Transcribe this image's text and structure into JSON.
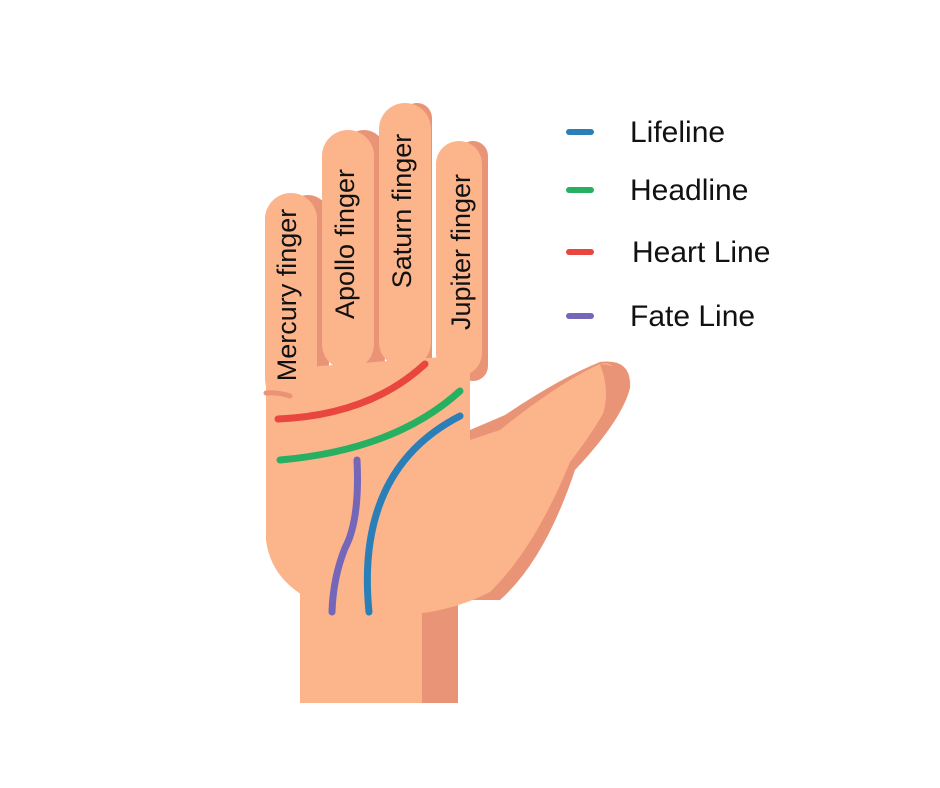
{
  "fingers": {
    "mercury": "Mercury finger",
    "apollo": "Apollo finger",
    "saturn": "Saturn finger",
    "jupiter": "Jupiter finger"
  },
  "legend": [
    {
      "label": "Lifeline",
      "color": "#2b7fb8"
    },
    {
      "label": "Headline",
      "color": "#27b062"
    },
    {
      "label": "Heart Line",
      "color": "#e8463f"
    },
    {
      "label": "Fate Line",
      "color": "#7466b8"
    }
  ],
  "colors": {
    "skin": "#fcb48b",
    "skin_shadow": "#ea9477"
  }
}
